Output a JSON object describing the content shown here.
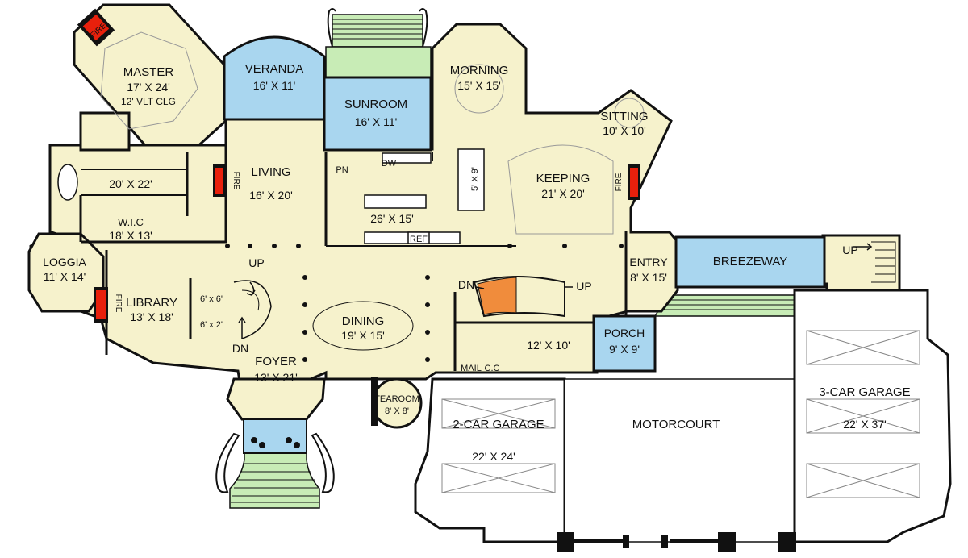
{
  "colors": {
    "floor": "#f6f2cc",
    "water_room": "#a9d6ef",
    "lawn": "#c8ecb6",
    "fireplace": "#e8200c",
    "wall": "#111111",
    "garage": "#ffffff"
  },
  "rooms": {
    "master": {
      "name": "MASTER",
      "dim": "17' X 24'",
      "note": "12' VLT CLG"
    },
    "veranda": {
      "name": "VERANDA",
      "dim": "16' X 11'"
    },
    "sunroom": {
      "name": "SUNROOM",
      "dim": "16' X 11'"
    },
    "morning": {
      "name": "MORNING",
      "dim": "15' X 15'"
    },
    "sitting": {
      "name": "SITTING",
      "dim": "10' X 10'"
    },
    "bath": {
      "dim": "20' X 22'"
    },
    "wic": {
      "name": "W.I.C",
      "dim": "18' X 13'"
    },
    "living": {
      "name": "LIVING",
      "dim": "16' X 20'"
    },
    "kitchen": {
      "dim": "26' X 15'"
    },
    "island": {
      "dim": "5' X 9'"
    },
    "keeping": {
      "name": "KEEPING",
      "dim": "21' X 20'"
    },
    "loggia": {
      "name": "LOGGIA",
      "dim": "11' X 14'"
    },
    "library": {
      "name": "LIBRARY",
      "dim": "13' X 18'"
    },
    "entry": {
      "name": "ENTRY",
      "dim": "8' X 15'"
    },
    "breezeway": {
      "name": "BREEZEWAY"
    },
    "dining": {
      "name": "DINING",
      "dim": "19' X 15'"
    },
    "foyer": {
      "name": "FOYER",
      "dim": "13' X 21'"
    },
    "porch": {
      "name": "PORCH",
      "dim": "9' X 9'"
    },
    "mud": {
      "dim": "12' X 10'"
    },
    "tearoom": {
      "name": "TEAROOM",
      "dim": "8' X 8'"
    },
    "garage2": {
      "name": "2-CAR GARAGE",
      "dim": "22' X 24'"
    },
    "motorcourt": {
      "name": "MOTORCOURT"
    },
    "garage3": {
      "name": "3-CAR GARAGE",
      "dim": "22' X 37'"
    },
    "closet1": {
      "dim": "6' x 6'"
    },
    "closet2": {
      "dim": "6' x 2'"
    }
  },
  "labels": {
    "fire": "FIRE",
    "up": "UP",
    "dn": "DN",
    "pn": "PN",
    "dw": "DW",
    "ref": "REF",
    "mail": "MAIL",
    "cc": "C.C"
  }
}
